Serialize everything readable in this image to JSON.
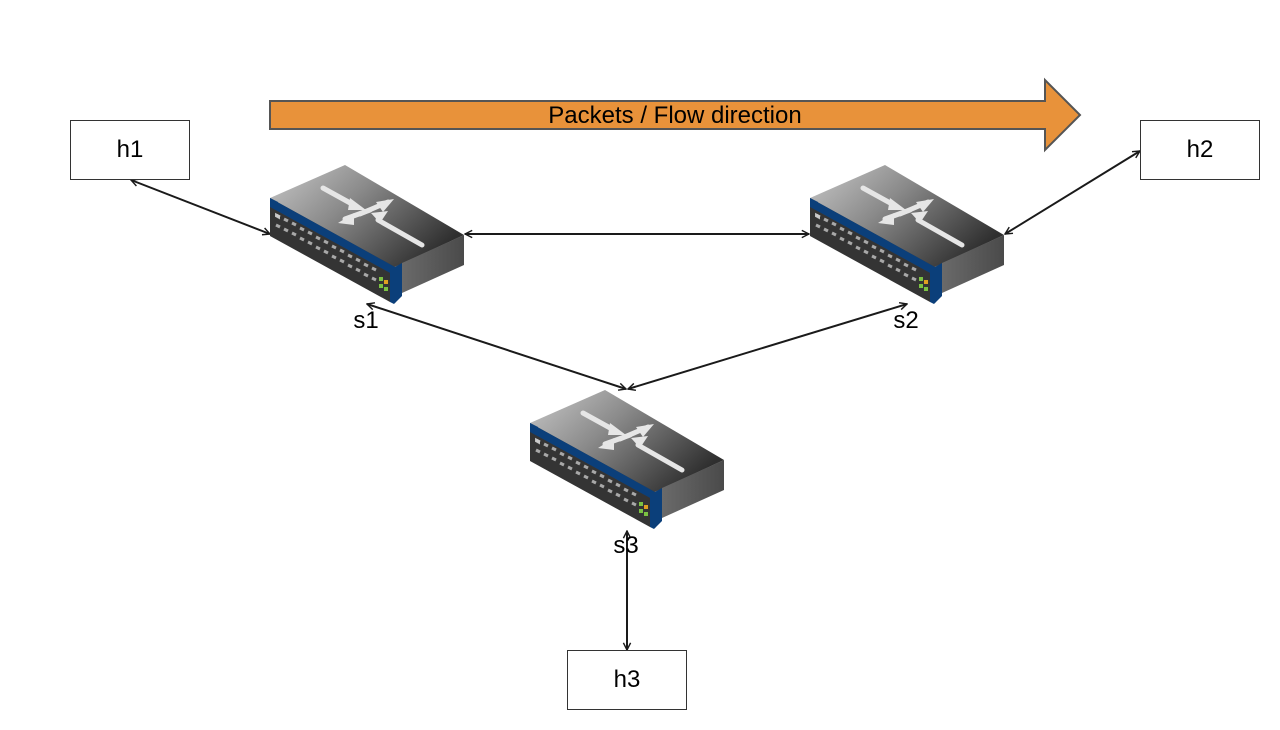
{
  "flow_arrow": {
    "label": "Packets / Flow direction",
    "color": "#E8923A",
    "stroke": "#555555"
  },
  "hosts": {
    "h1": {
      "label": "h1"
    },
    "h2": {
      "label": "h2"
    },
    "h3": {
      "label": "h3"
    }
  },
  "switches": {
    "s1": {
      "label": "s1",
      "icon": "network-switch-icon"
    },
    "s2": {
      "label": "s2",
      "icon": "network-switch-icon"
    },
    "s3": {
      "label": "s3",
      "icon": "network-switch-icon"
    }
  },
  "links": [
    {
      "from": "h1",
      "to": "s1"
    },
    {
      "from": "s1",
      "to": "s2"
    },
    {
      "from": "s2",
      "to": "h2"
    },
    {
      "from": "s1",
      "to": "s3"
    },
    {
      "from": "s2",
      "to": "s3"
    },
    {
      "from": "s3",
      "to": "h3"
    }
  ],
  "colors": {
    "switch_blue": "#0B3F7A",
    "switch_dark": "#3A3A3A",
    "link": "#1a1a1a"
  }
}
